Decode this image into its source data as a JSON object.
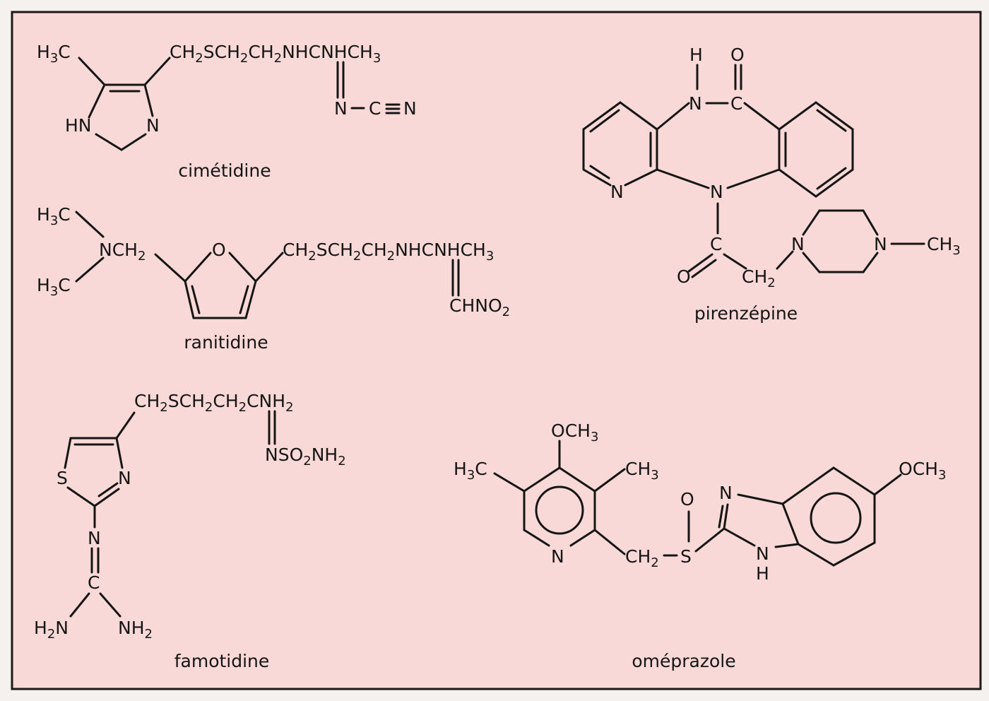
{
  "background": "#f8d9d7",
  "ink": "#151515",
  "cimetidine": {
    "name": "cimétidine",
    "h3c": "H3C",
    "chain": "CH2SCH2CH2NHCNHCH3",
    "hn": "HN",
    "n_ring": "N",
    "n_eq": "N",
    "cn_c": "C",
    "cn_n": "N"
  },
  "ranitidine": {
    "name": "ranitidine",
    "h3c_top": "H3C",
    "h3c_bot": "H3C",
    "nch2": "NCH2",
    "o_ring": "O",
    "chain": "CH2SCH2CH2NHCNHCH3",
    "chno2": "CHNO2"
  },
  "famotidine": {
    "name": "famotidine",
    "chain": "CH2SCH2CH2CNH2",
    "nso2nh2": "NSO2NH2",
    "s_ring": "S",
    "n_ring": "N",
    "n_exo": "N",
    "c_center": "C",
    "h2n": "H2N",
    "nh2": "NH2"
  },
  "pirenzepine": {
    "name": "pirenzépine",
    "h": "H",
    "o_top": "O",
    "n_amide": "N",
    "c_amide": "C",
    "n_py": "N",
    "n_center": "N",
    "c_acyl": "C",
    "o_acyl": "O",
    "ch2": "CH2",
    "n_pip1": "N",
    "n_pip2": "N",
    "ch3": "CH3"
  },
  "omeprazole": {
    "name": "oméprazole",
    "och3_top": "OCH3",
    "h3c": "H3C",
    "ch3": "CH3",
    "n_py": "N",
    "ch2": "CH2",
    "s": "S",
    "o_s": "O",
    "n_imid": "N",
    "nh_n": "N",
    "nh_h": "H",
    "och3_right": "OCH3"
  }
}
